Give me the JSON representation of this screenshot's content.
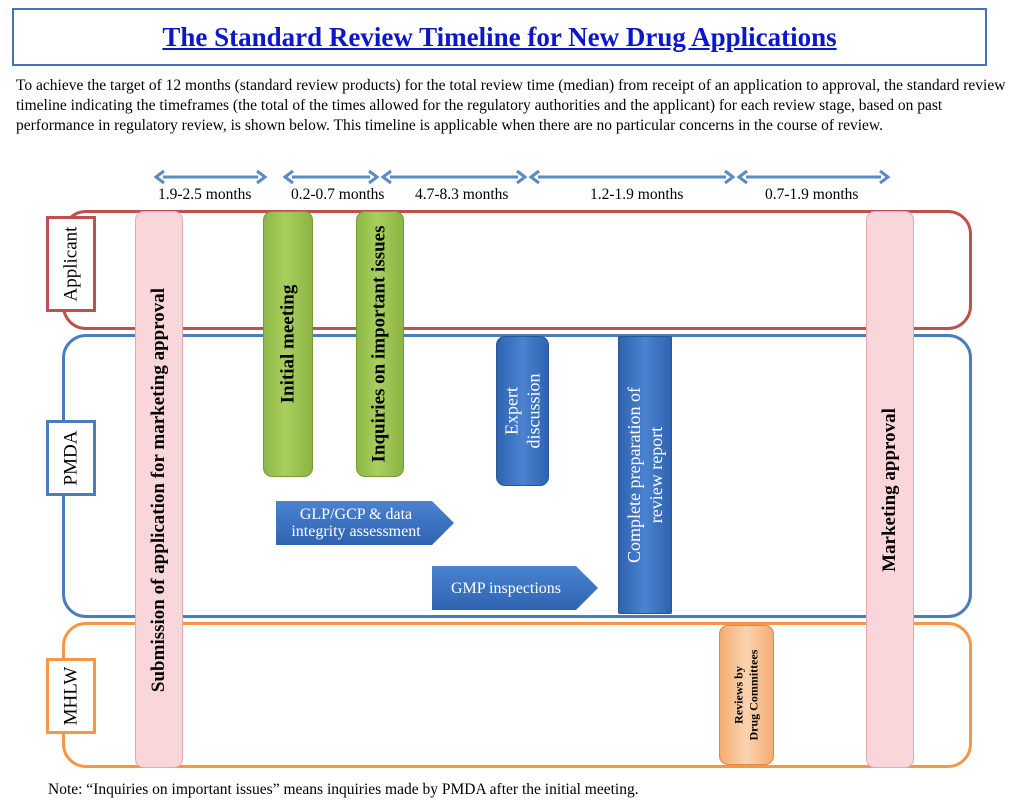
{
  "title": "The Standard Review Timeline for New Drug Applications",
  "intro": "To achieve the target of 12 months (standard review products) for the total review time (median) from receipt of an application to approval, the standard review timeline indicating the timeframes (the total of the times allowed for the regulatory authorities and the applicant) for each review stage, based on past performance in regulatory review, is shown below.  This timeline is applicable when there are no particular concerns in the course of review.",
  "intervals": [
    "1.9-2.5 months",
    "0.2-0.7 months",
    "4.7-8.3 months",
    "1.2-1.9 months",
    "0.7-1.9 months"
  ],
  "lanes": {
    "applicant": "Applicant",
    "pmda": "PMDA",
    "mhlw": "MHLW"
  },
  "steps": {
    "submission": "Submission of application for marketing approval",
    "initial_meeting": "Initial meeting",
    "inquiries": "Inquiries on important issues",
    "expert_line1": "Expert",
    "expert_line2": "discussion",
    "glp_line1": "GLP/GCP & data",
    "glp_line2": "integrity assessment",
    "gmp": "GMP inspections",
    "report_line1": "Complete preparation of",
    "report_line2": "review report",
    "reviews_line1": "Reviews by",
    "reviews_line2": "Drug Committees",
    "approval": "Marketing approval"
  },
  "note": "Note: “Inquiries on important issues” means inquiries made by PMDA after the initial meeting.",
  "colors": {
    "title": "#0b17c8",
    "applicant": "#c0504d",
    "pmda": "#4a7ebb",
    "mhlw": "#f79646",
    "arrow": "#5b8ac6"
  }
}
